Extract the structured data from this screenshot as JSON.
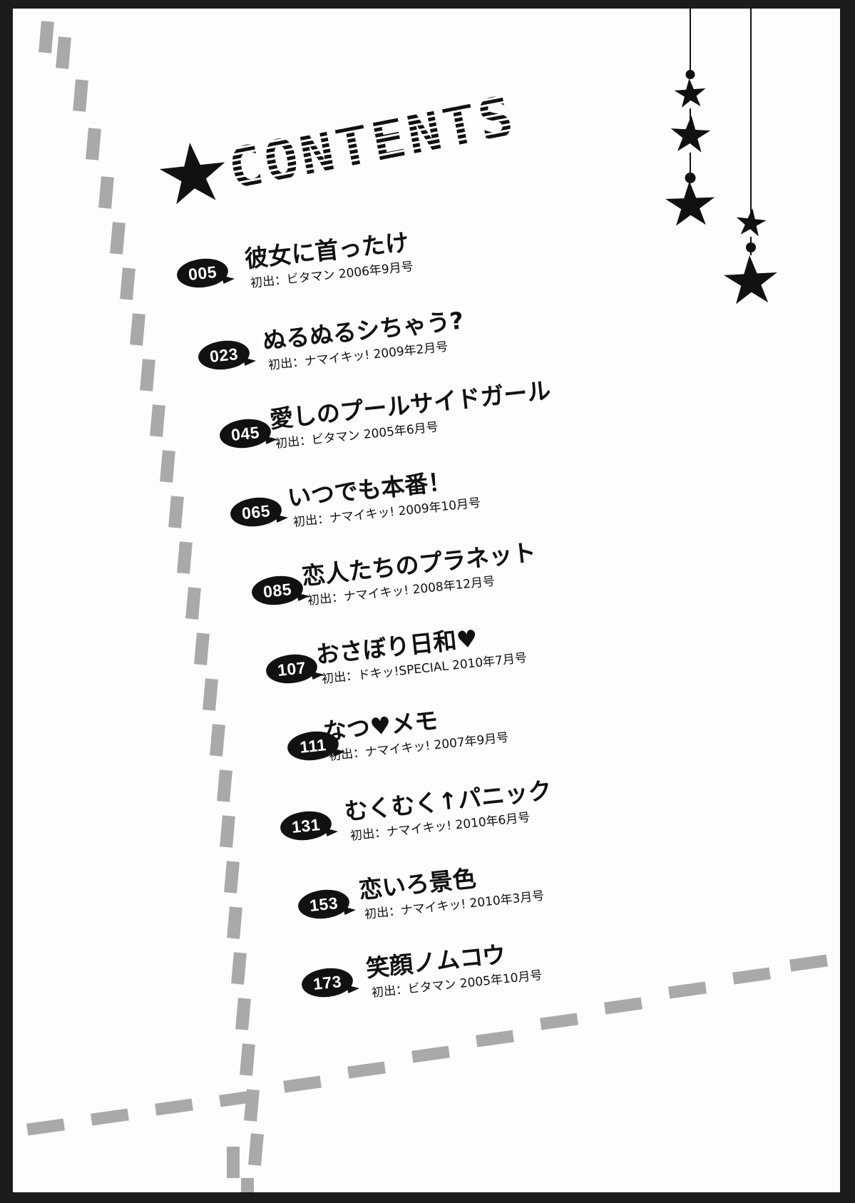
{
  "document": {
    "heading": "CONTENTS",
    "source_label": "初出：",
    "page_background": "#fdfdfd",
    "ink_color": "#111111",
    "dash_color": "#a9a9a9"
  },
  "icons": {
    "heading_star": "star-icon",
    "mobile_star": "star-icon",
    "mobile_bead": "bead-icon",
    "heart": "♥"
  },
  "entries": [
    {
      "page": "005",
      "title": "彼女に首ったけ",
      "source": "初出：ビタマン 2006年9月号",
      "magazine": "ビタマン",
      "issue": "2006年9月号"
    },
    {
      "page": "023",
      "title": "ぬるぬるシちゃう?",
      "source": "初出：ナマイキッ! 2009年2月号",
      "magazine": "ナマイキッ!",
      "issue": "2009年2月号"
    },
    {
      "page": "045",
      "title": "愛しのプールサイドガール",
      "source": "初出：ビタマン 2005年6月号",
      "magazine": "ビタマン",
      "issue": "2005年6月号"
    },
    {
      "page": "065",
      "title": "いつでも本番！",
      "source": "初出：ナマイキッ! 2009年10月号",
      "magazine": "ナマイキッ!",
      "issue": "2009年10月号"
    },
    {
      "page": "085",
      "title": "恋人たちのプラネット",
      "source": "初出：ナマイキッ! 2008年12月号",
      "magazine": "ナマイキッ!",
      "issue": "2008年12月号"
    },
    {
      "page": "107",
      "title": "おさぼり日和♥",
      "source": "初出：ドキッ!SPECIAL 2010年7月号",
      "magazine": "ドキッ!SPECIAL",
      "issue": "2010年7月号"
    },
    {
      "page": "111",
      "title": "なつ♥メモ",
      "source": "初出：ナマイキッ! 2007年9月号",
      "magazine": "ナマイキッ!",
      "issue": "2007年9月号"
    },
    {
      "page": "131",
      "title": "むくむく↑パニック",
      "source": "初出：ナマイキッ! 2010年6月号",
      "magazine": "ナマイキッ!",
      "issue": "2010年6月号"
    },
    {
      "page": "153",
      "title": "恋いろ景色",
      "source": "初出：ナマイキッ! 2010年3月号",
      "magazine": "ナマイキッ!",
      "issue": "2010年3月号"
    },
    {
      "page": "173",
      "title": "笑顔ノムコウ",
      "source": "初出：ビタマン 2005年10月号",
      "magazine": "ビタマン",
      "issue": "2005年10月号"
    }
  ]
}
